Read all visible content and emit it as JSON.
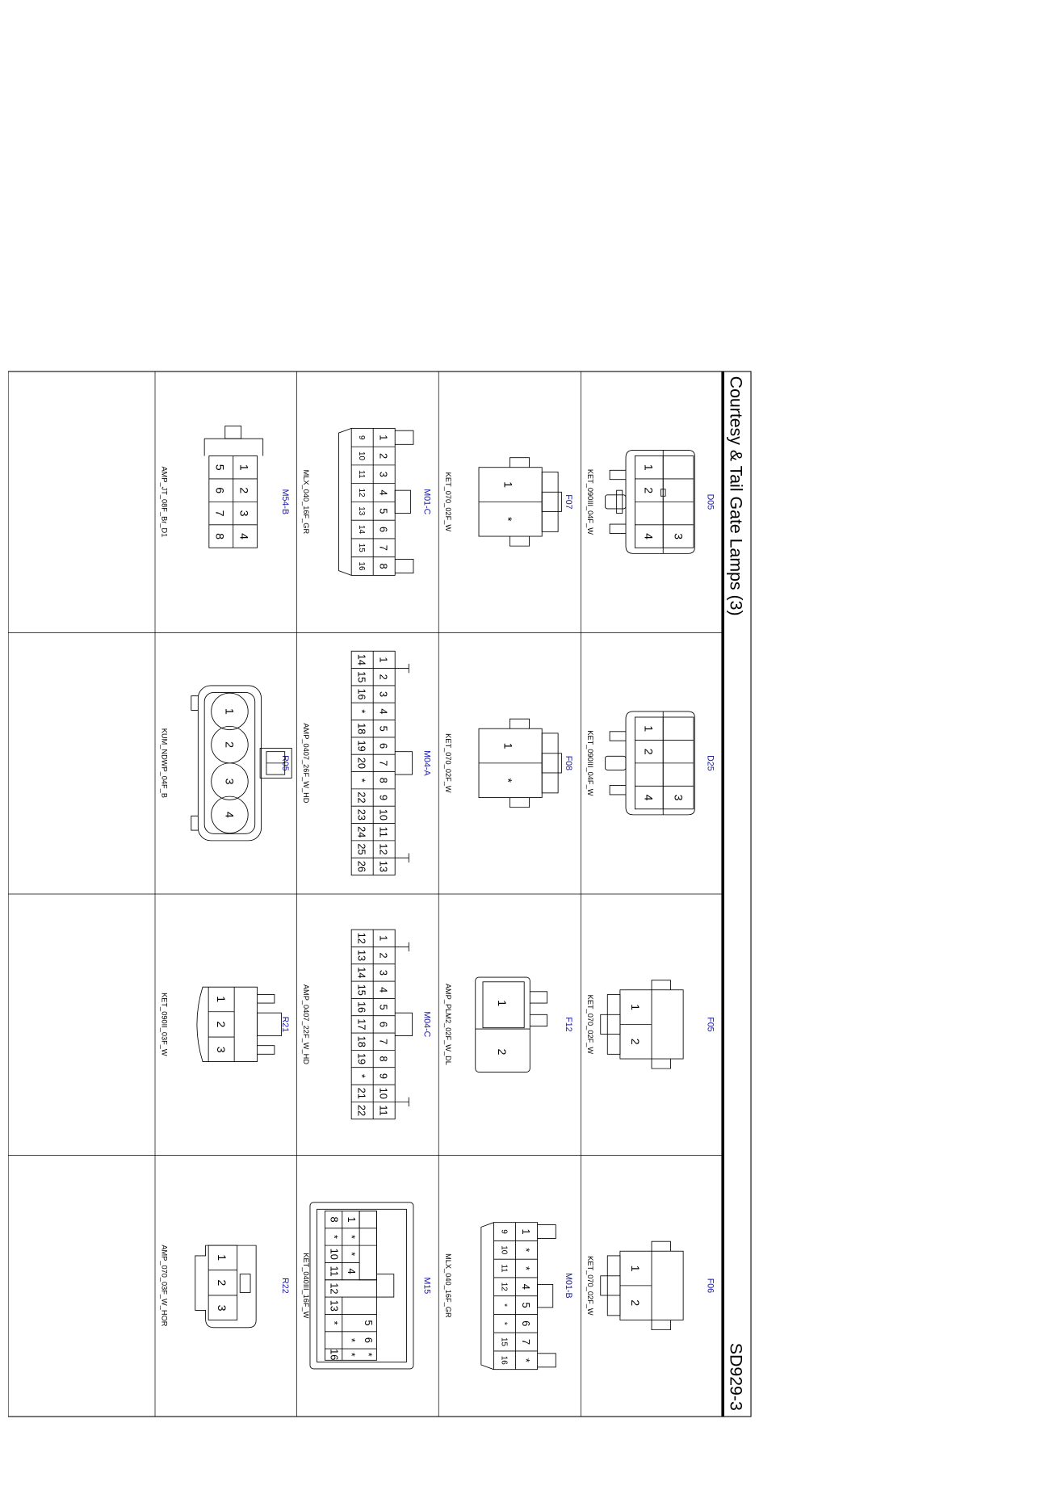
{
  "sheet": {
    "title": "Courtesy & Tail Gate Lamps (3)",
    "code": "SD929-3"
  },
  "connectors": {
    "D05": {
      "id": "D05",
      "part": "KET_090III_04F_W",
      "pins": [
        "1",
        "2",
        "3",
        "4"
      ]
    },
    "D25": {
      "id": "D25",
      "part": "KET_090III_04F_W",
      "pins": [
        "1",
        "2",
        "3",
        "4"
      ]
    },
    "F05": {
      "id": "F05",
      "part": "KET_070_02F_W",
      "pins": [
        "1",
        "2"
      ]
    },
    "F06": {
      "id": "F06",
      "part": "KET_070_02F_W",
      "pins": [
        "1",
        "2"
      ]
    },
    "F07": {
      "id": "F07",
      "part": "KET_070_02F_W",
      "pins": [
        "1",
        "*"
      ]
    },
    "F08": {
      "id": "F08",
      "part": "KET_070_02F_W",
      "pins": [
        "1",
        "*"
      ]
    },
    "F12": {
      "id": "F12",
      "part": "AMP_PLM2_02F_W_DL",
      "pins": [
        "1",
        "2"
      ]
    },
    "M01B": {
      "id": "M01-B",
      "part": "MLX_040_16F_GR",
      "top": [
        "1",
        "*",
        "*",
        "4",
        "5",
        "6",
        "7",
        "*"
      ],
      "bottom": [
        "9",
        "10",
        "11",
        "12",
        "*",
        "*",
        "15",
        "16"
      ]
    },
    "M01C": {
      "id": "M01-C",
      "part": "MLX_040_16F_GR",
      "top": [
        "1",
        "2",
        "3",
        "4",
        "5",
        "6",
        "7",
        "8"
      ],
      "bottom": [
        "9",
        "10",
        "11",
        "12",
        "13",
        "14",
        "15",
        "16"
      ]
    },
    "M04A": {
      "id": "M04-A",
      "part": "AMP_0407_26F_W_HD",
      "top": [
        "1",
        "2",
        "3",
        "4",
        "5",
        "6",
        "7",
        "8",
        "9",
        "10",
        "11",
        "12",
        "13"
      ],
      "bottom": [
        "14",
        "15",
        "16",
        "*",
        "18",
        "19",
        "20",
        "*",
        "22",
        "23",
        "24",
        "25",
        "26"
      ]
    },
    "M04C": {
      "id": "M04-C",
      "part": "AMP_0407_22F_W_HD",
      "top": [
        "1",
        "2",
        "3",
        "4",
        "5",
        "6",
        "7",
        "8",
        "9",
        "10",
        "11"
      ],
      "bottom": [
        "12",
        "13",
        "14",
        "15",
        "16",
        "17",
        "18",
        "19",
        "*",
        "21",
        "22"
      ]
    },
    "M15": {
      "id": "M15",
      "part": "KET_040III_16F_W",
      "r1": [
        "1",
        "*",
        "*",
        "4"
      ],
      "r2": [
        "8",
        "*",
        "10",
        "11",
        "12",
        "13",
        "*",
        "16"
      ],
      "r3": [
        "5",
        "6",
        "*"
      ],
      "r4": [
        "*",
        "*"
      ]
    },
    "M54B": {
      "id": "M54-B",
      "part": "AMP_JT_08F_Br_D1",
      "top": [
        "1",
        "2",
        "3",
        "4"
      ],
      "bottom": [
        "5",
        "6",
        "7",
        "8"
      ]
    },
    "R05": {
      "id": "R05",
      "part": "KUM_NDWP_04F_B",
      "pins": [
        "1",
        "2",
        "3",
        "4"
      ]
    },
    "R21": {
      "id": "R21",
      "part": "KET_090II_03F_W",
      "pins": [
        "1",
        "2",
        "3"
      ]
    },
    "R22": {
      "id": "R22",
      "part": "AMP_070_03F_W_HOR",
      "pins": [
        "1",
        "2",
        "3"
      ]
    }
  }
}
